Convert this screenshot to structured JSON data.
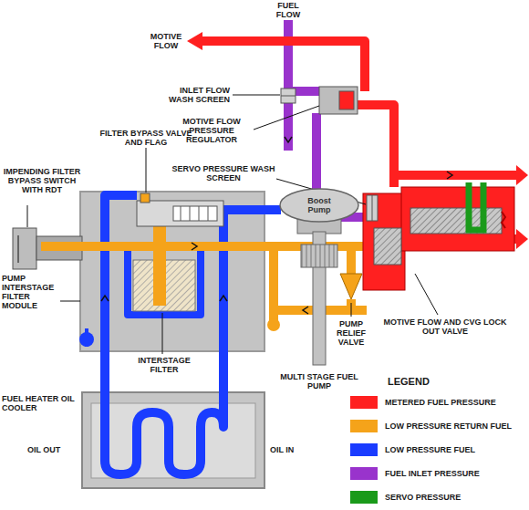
{
  "diagram": {
    "nodes": [
      {
        "text": [
          "Boost Pump"
        ]
      }
    ],
    "labels": [
      "FUEL FLOW",
      "MOTIVE FLOW",
      "INLET FLOW WASH SCREEN",
      "MOTIVE FLOW PRESSURE REGULATOR",
      "FILTER BYPASS VALVE AND FLAG",
      "SERVO PRESSURE WASH SCREEN",
      "IMPENDING FILTER BYPASS SWITCH WITH RDT",
      "PUMP INTERSTAGE FILTER MODULE",
      "INTERSTAGE FILTER",
      "FUEL HEATER OIL COOLER",
      "OIL OUT",
      "OIL IN",
      "MULTI STAGE FUEL PUMP",
      "PUMP RELIEF VALVE",
      "MOTIVE FLOW AND CVG LOCK OUT VALVE",
      "LEGEND"
    ],
    "legend": [
      {
        "text": "METERED FUEL PRESSURE",
        "color": "#ff2020"
      },
      {
        "text": "LOW PRESSURE RETURN FUEL",
        "color": "#f5a31a"
      },
      {
        "text": "LOW PRESSURE FUEL",
        "color": "#1a3cff"
      },
      {
        "text": "FUEL INLET PRESSURE",
        "color": "#9933cc"
      },
      {
        "text": "SERVO PRESSURE",
        "color": "#1a9a1a"
      }
    ]
  }
}
